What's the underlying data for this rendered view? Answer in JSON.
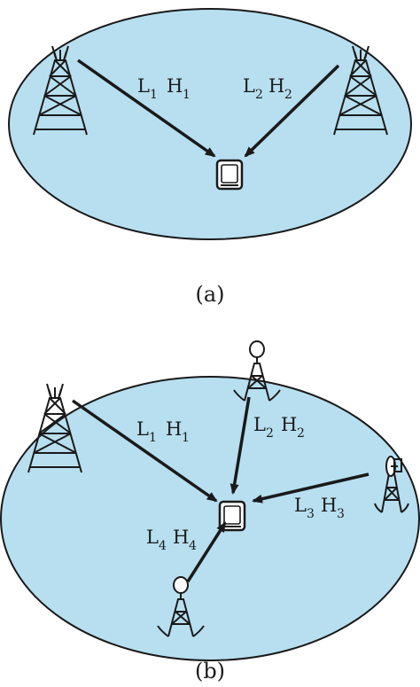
{
  "figure": {
    "panel_a": {
      "caption": "(a)",
      "links": [
        {
          "L": "L",
          "L_sub": "1",
          "H": "H",
          "H_sub": "1"
        },
        {
          "L": "L",
          "L_sub": "2",
          "H": "H",
          "H_sub": "2"
        }
      ]
    },
    "panel_b": {
      "caption": "(b)",
      "links": [
        {
          "L": "L",
          "L_sub": "1",
          "H": "H",
          "H_sub": "1"
        },
        {
          "L": "L",
          "L_sub": "2",
          "H": "H",
          "H_sub": "2"
        },
        {
          "L": "L",
          "L_sub": "3",
          "H": "H",
          "H_sub": "3"
        },
        {
          "L": "L",
          "L_sub": "4",
          "H": "H",
          "H_sub": "4"
        }
      ]
    },
    "colors": {
      "cell_fill": "#b7dff0",
      "stroke": "#1a1a1a"
    },
    "icons": [
      "lattice-tower-icon",
      "dish-tower-icon",
      "balloon-tower-icon",
      "mobile-device-icon",
      "arrow-icon"
    ]
  }
}
